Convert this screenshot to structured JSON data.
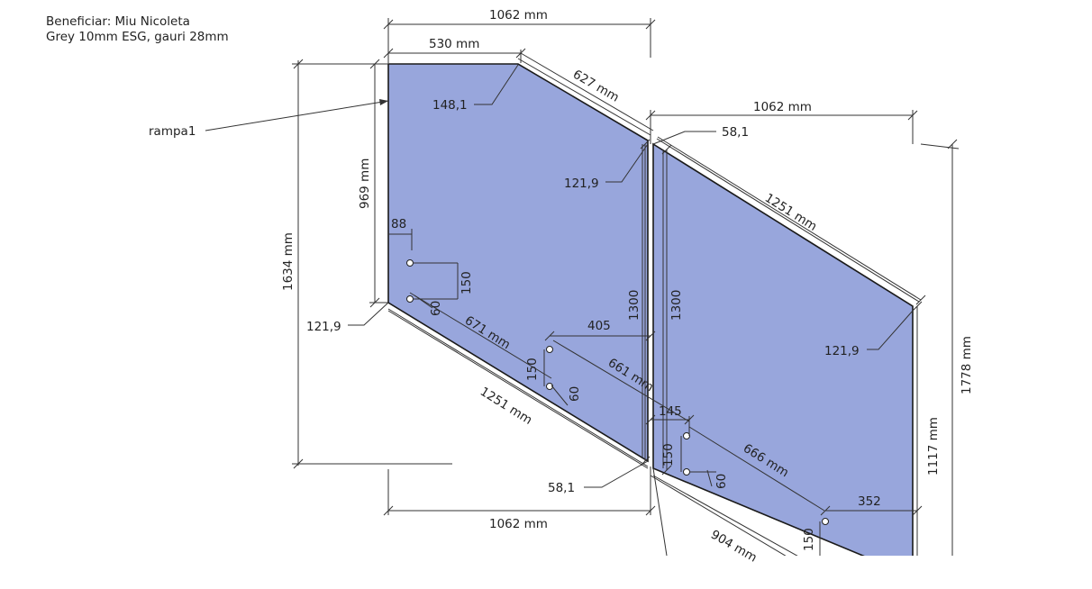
{
  "header": {
    "line1": "Beneficiar: Miu Nicoleta",
    "line2": "Grey 10mm ESG, gauri 28mm"
  },
  "colors": {
    "glass": "#98a6dc",
    "line": "#333333"
  },
  "labels": {
    "rampa": "rampa1",
    "top_1062_a": "1062 mm",
    "top_530": "530 mm",
    "diag_627": "627 mm",
    "top_1062_b": "1062 mm",
    "c148": "148,1",
    "c58_top": "58,1",
    "c121_mid": "121,9",
    "diag_1251_top": "1251 mm",
    "v969": "969 mm",
    "v1634": "1634 mm",
    "h88": "88",
    "v150_a": "150",
    "v60_a": "60",
    "c121_left": "121,9",
    "diag_671": "671 mm",
    "h405": "405",
    "v1300_a": "1300",
    "v1300_b": "1300",
    "c121_right": "121,9",
    "v150_b": "150",
    "v60_b": "60",
    "diag_661": "661 mm",
    "diag_1251_bot": "1251 mm",
    "h145": "145",
    "v150_c": "150",
    "v60_c": "60",
    "diag_666": "666 mm",
    "v1778": "1778 mm",
    "v1117": "1117 mm",
    "c58_bot": "58,1",
    "bottom_1062": "1062 mm",
    "h352": "352",
    "diag_904": "904 mm",
    "v150_d": "150"
  }
}
